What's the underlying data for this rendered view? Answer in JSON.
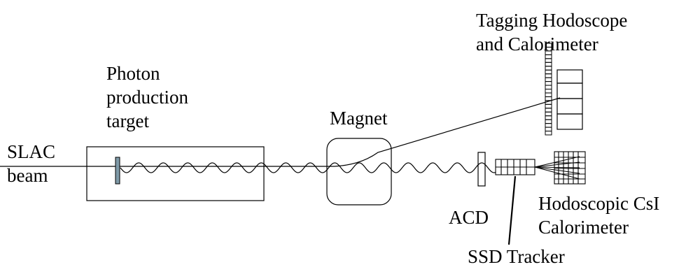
{
  "labels": {
    "beam": [
      "SLAC",
      "beam"
    ],
    "target": [
      "Photon",
      "production",
      "target"
    ],
    "magnet": "Magnet",
    "tagging": [
      "Tagging Hodoscope",
      "and Calorimeter"
    ],
    "acd": "ACD",
    "tracker": "SSD Tracker",
    "csi": [
      "Hodoscopic CsI",
      "Calorimeter"
    ]
  },
  "colors": {
    "line": "#000000",
    "target_fill": "#7f9aa8"
  }
}
